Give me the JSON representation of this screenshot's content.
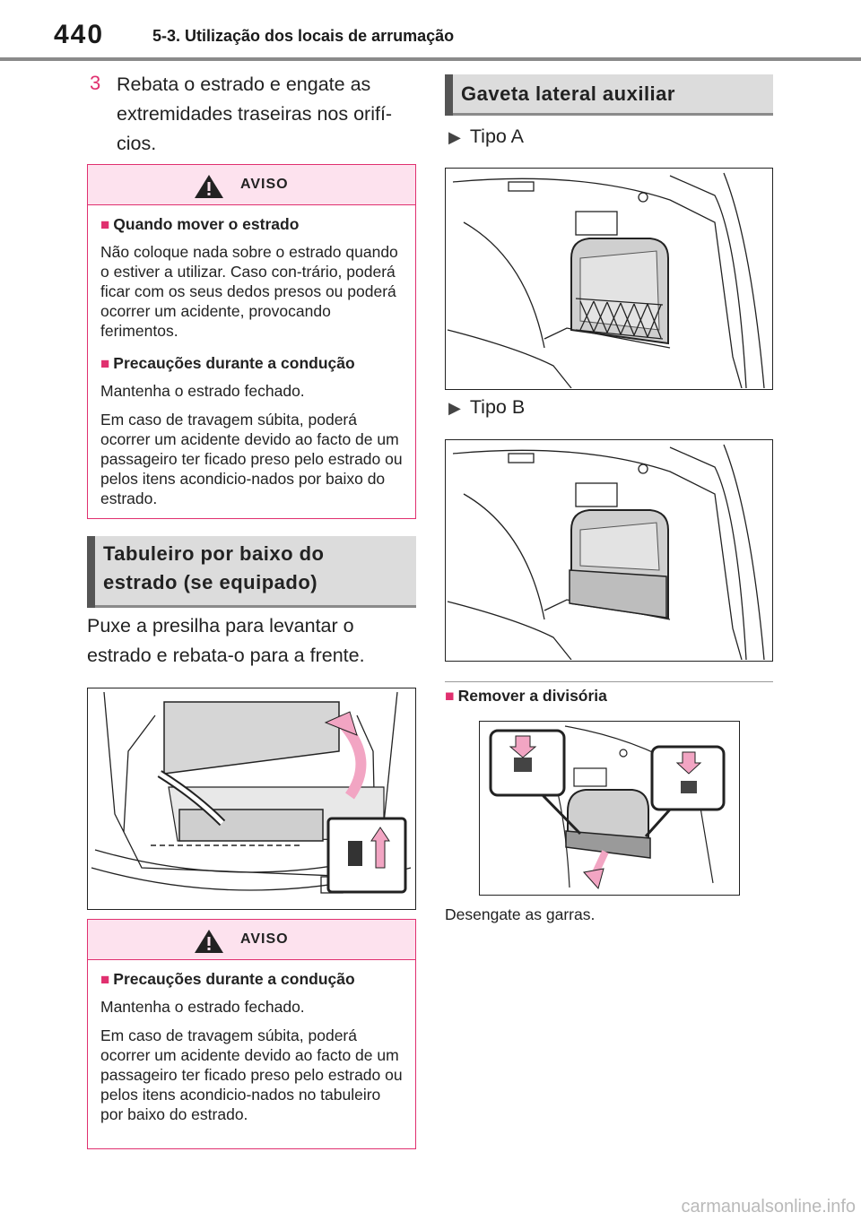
{
  "header": {
    "page_number": "440",
    "section": "5-3. Utilização dos locais de arrumação"
  },
  "step": {
    "number": "3",
    "text": "Rebata o estrado e engate as extremidades traseiras nos orifí-cios."
  },
  "notice1": {
    "label": "AVISO",
    "sections": [
      {
        "title": "Quando mover o estrado",
        "paragraphs": [
          "Não coloque nada sobre o estrado quando o estiver a utilizar. Caso con-trário, poderá ficar com os seus dedos presos ou poderá ocorrer um acidente, provocando ferimentos."
        ]
      },
      {
        "title": "Precauções durante a condução",
        "paragraphs": [
          "Mantenha o estrado fechado.",
          "Em caso de travagem súbita, poderá ocorrer um acidente devido ao facto de um passageiro ter ficado preso pelo estrado ou pelos itens acondicio-nados por baixo do estrado."
        ]
      }
    ]
  },
  "tray_heading": {
    "line1": "Tabuleiro por baixo do",
    "line2": "estrado (se equipado)"
  },
  "tray_text": {
    "line1": "Puxe a presilha para levantar o",
    "line2": "estrado e rebata-o para a frente."
  },
  "notice2": {
    "label": "AVISO",
    "sections": [
      {
        "title": "Precauções durante a condução",
        "paragraphs": [
          "Mantenha o estrado fechado.",
          "Em caso de travagem súbita, poderá ocorrer um acidente devido ao facto de um passageiro ter ficado preso pelo estrado ou pelos itens acondicio-nados no tabuleiro por baixo do estrado."
        ]
      }
    ]
  },
  "drawer_heading": "Gaveta lateral auxiliar",
  "type_a": "Tipo A",
  "type_b": "Tipo B",
  "remove_title": "Remover a divisória",
  "remove_text": "Desengate as garras.",
  "watermark": "carmanualsonline.info",
  "colors": {
    "accent": "#e0306f",
    "notice_head_bg": "#fde2ee",
    "heading_bg": "#dcdcdc"
  }
}
